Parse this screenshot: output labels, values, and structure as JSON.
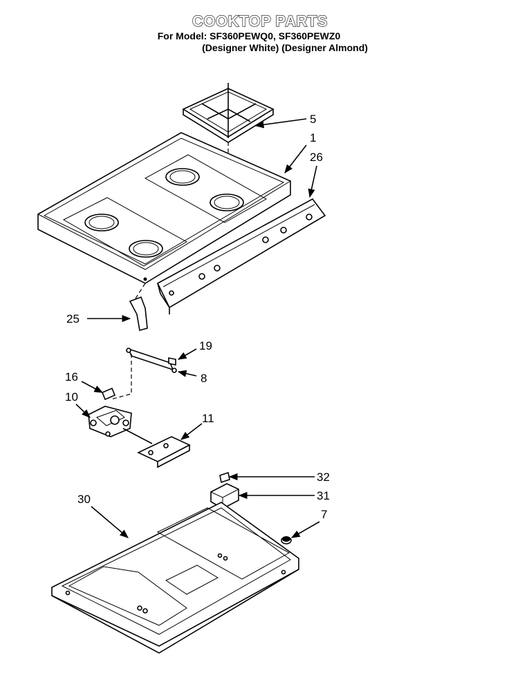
{
  "header": {
    "title": "COOKTOP PARTS",
    "models": "For Model: SF360PEWQ0, SF360PEWZ0",
    "variants": "(Designer White)  (Designer Almond)"
  },
  "callouts": {
    "c5": "5",
    "c1": "1",
    "c26": "26",
    "c25": "25",
    "c19": "19",
    "c8": "8",
    "c16": "16",
    "c10": "10",
    "c11": "11",
    "c32": "32",
    "c31": "31",
    "c7": "7",
    "c30": "30"
  }
}
